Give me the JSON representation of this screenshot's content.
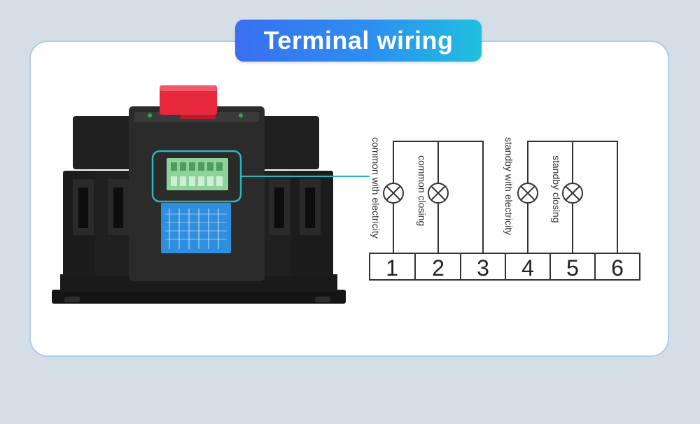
{
  "title": "Terminal wiring",
  "diagram": {
    "terminals": [
      "1",
      "2",
      "3",
      "4",
      "5",
      "6"
    ],
    "lamp_labels": [
      "common with electricity",
      "common closing",
      "standby with electricity",
      "standby closing"
    ]
  },
  "colors": {
    "title_gradient_start": "#3a6ff0",
    "title_gradient_end": "#1fc0de",
    "callout": "#2bb5bf",
    "card_border": "#a9cdea",
    "device_body": "#1d1d1d",
    "handle": "#e8283c",
    "connector": "#8ed49a",
    "label_sticker": "#2f8fdf"
  }
}
